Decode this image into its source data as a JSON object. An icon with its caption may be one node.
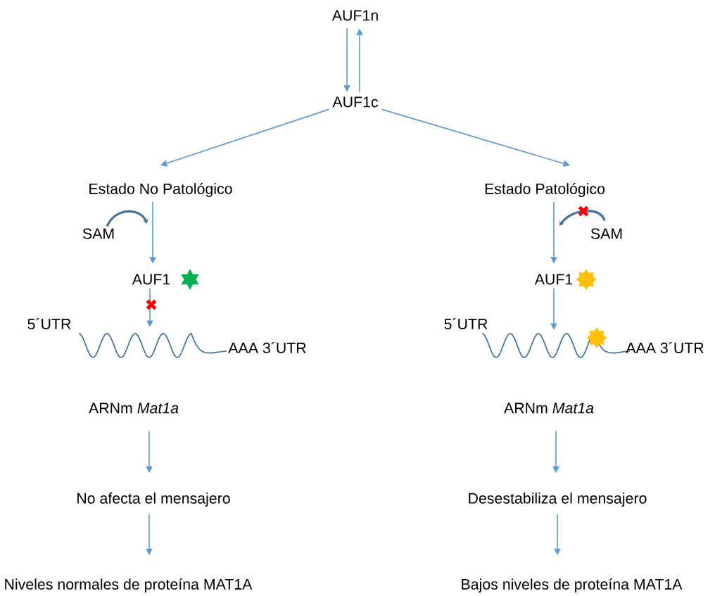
{
  "diagram": {
    "nodes": [
      {
        "text": [
          "AUF1n"
        ]
      },
      {
        "text": [
          "AUF1c"
        ]
      },
      {
        "text": [
          "Estado No Patológico"
        ]
      },
      {
        "text": [
          "Estado Patológico"
        ]
      },
      {
        "text": [
          "SAM"
        ]
      },
      {
        "text": [
          "SAM"
        ]
      },
      {
        "text": [
          "AUF1"
        ]
      },
      {
        "text": [
          "AUF1"
        ]
      },
      {
        "text": [],
        "shape": "picture",
        "beside": [
          "5´UTR",
          "AAA 3´UTR"
        ]
      },
      {
        "text": [],
        "shape": "picture",
        "beside": [
          "5´UTR",
          "AAA 3´UTR"
        ]
      },
      {
        "text": [
          "ARNm *Mat1a*"
        ]
      },
      {
        "text": [
          "ARNm *Mat1a*"
        ]
      },
      {
        "text": [
          "No afecta el mensajero"
        ]
      },
      {
        "text": [
          "Desestabiliza el mensajero"
        ]
      },
      {
        "text": [
          "Niveles normales de proteína MAT1A"
        ]
      },
      {
        "text": [
          "Bajos niveles de proteína MAT1A"
        ]
      }
    ],
    "edges": [
      {
        "from": 0,
        "to": 1,
        "arrow": "to"
      },
      {
        "from": 1,
        "to": 0,
        "arrow": "to"
      },
      {
        "from": 1,
        "to": 2,
        "arrow": "to"
      },
      {
        "from": 1,
        "to": 3,
        "arrow": "to"
      },
      {
        "from": 2,
        "to": 6,
        "arrow": "to"
      },
      {
        "from": 4,
        "to": null,
        "arrow": "to",
        "style": "thick",
        "color": "#41719c"
      },
      {
        "from": 3,
        "to": 7,
        "arrow": "to"
      },
      {
        "from": 5,
        "to": null,
        "arrow": "to",
        "style": "thick",
        "color": "#41719c"
      },
      {
        "from": 6,
        "to": 8,
        "arrow": "to"
      },
      {
        "from": 7,
        "to": 9,
        "arrow": "to"
      },
      {
        "from": 10,
        "to": 12,
        "arrow": "to"
      },
      {
        "from": 12,
        "to": 14,
        "arrow": "to"
      },
      {
        "from": 11,
        "to": 13,
        "arrow": "to"
      },
      {
        "from": 13,
        "to": 15,
        "arrow": "to"
      }
    ]
  }
}
